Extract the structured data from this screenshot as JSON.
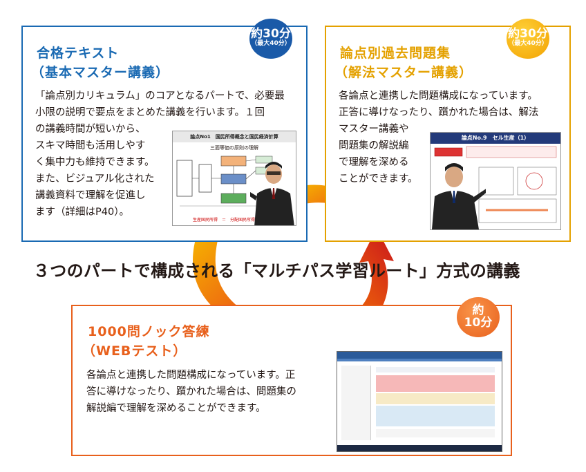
{
  "sections": {
    "basic": {
      "title": "合格テキスト",
      "subtitle": "（基本マスター講義）",
      "badge_main": "約30分",
      "badge_sub": "（最大40分）",
      "text_lines": [
        "「論点別カリキュラム」のコアとなるパートで、必要最",
        "小限の説明で要点をまとめた講義を行います。１回",
        "の講義時間が短いから、",
        "スキマ時間も活用しやす",
        "く集中力も維持できます。",
        "また、ビジュアル化された",
        "講義資料で理解を促進し",
        "ます（詳細はP40）。"
      ],
      "slide": {
        "header": "論点No1　国民所得概念と国民経済計算",
        "subtitle": "三面等価の原則の理解",
        "footer": "生産国民所得　＝　分配国民所得　＝　支出"
      }
    },
    "past": {
      "title": "論点別過去問題集",
      "subtitle": "（解法マスター講義）",
      "badge_main": "約30分",
      "badge_sub": "（最大40分）",
      "text_lines": [
        "各論点と連携した問題構成になっています。",
        "正答に導けなったり、躓かれた場合は、解法",
        "マスター講義や",
        "問題集の解説編",
        "で理解を深める",
        "ことができます。"
      ],
      "slide": {
        "header": "論点No.9　セル生産（1）"
      }
    },
    "knock": {
      "title": "1000問ノック答練",
      "subtitle": "（WEBテスト）",
      "badge_line1": "約",
      "badge_line2": "10分",
      "text_lines": [
        "各論点と連携した問題構成になっています。正",
        "答に導けなったり、躓かれた場合は、問題集の",
        "解説編で理解を深めることができます。"
      ]
    }
  },
  "headline": "３つのパートで構成される「マルチパス学習ルート」方式の講義",
  "colors": {
    "blue": "#1a6ab3",
    "yellow": "#e4a100",
    "orange": "#e8601c",
    "text": "#231815"
  }
}
